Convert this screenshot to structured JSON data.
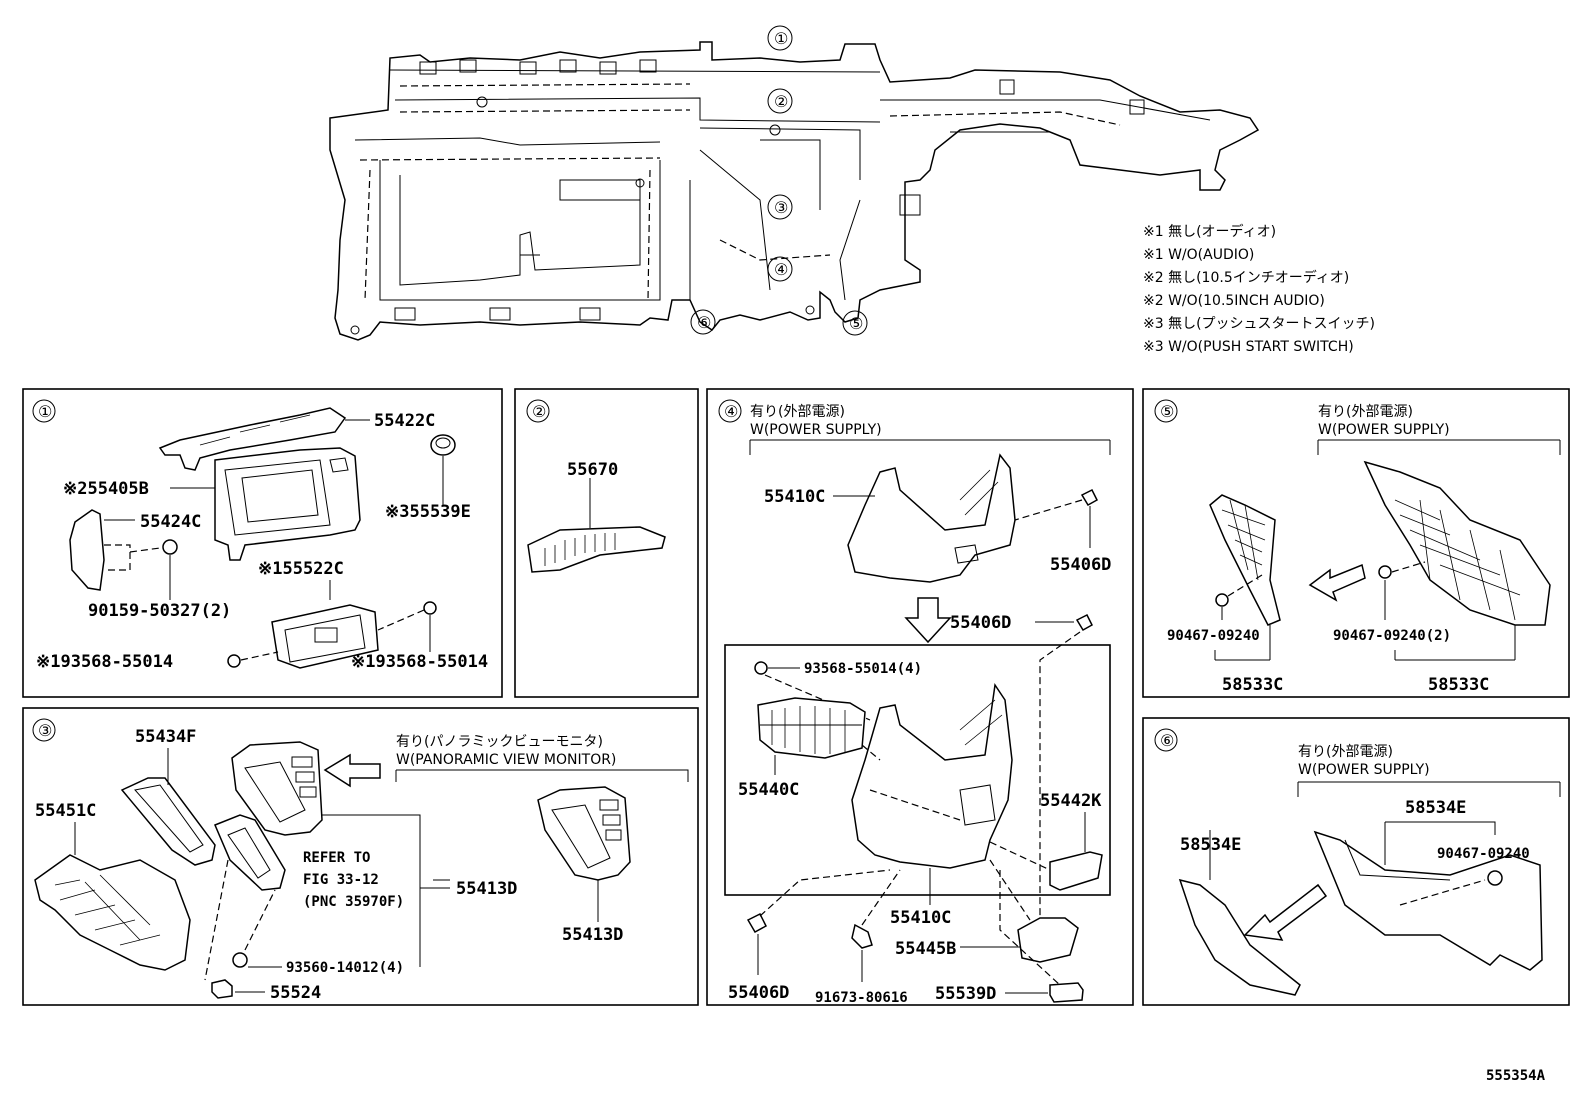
{
  "overview": {
    "callouts": [
      "①",
      "②",
      "③",
      "④",
      "⑤",
      "⑥"
    ]
  },
  "notes": [
    "※1 無し(オーディオ)",
    "※1 W/O(AUDIO)",
    "※2 無し(10.5インチオーディオ)",
    "※2 W/O(10.5INCH AUDIO)",
    "※3 無し(プッシュスタートスイッチ)",
    "※3 W/O(PUSH START SWITCH)"
  ],
  "panel1": {
    "num": "①",
    "parts": {
      "p55422c": "55422C",
      "p55405b": "※255405B",
      "p55539e": "※355539E",
      "p55424c": "55424C",
      "p55522c": "※155522C",
      "p90159": "90159-50327(2)",
      "p93568l": "※193568-55014",
      "p93568r": "※193568-55014"
    }
  },
  "panel2": {
    "num": "②",
    "parts": {
      "p55670": "55670"
    }
  },
  "panel3": {
    "num": "③",
    "cond_jp": "有り(パノラミックビューモニタ)",
    "cond_en": "W(PANORAMIC VIEW MONITOR)",
    "refer": [
      "REFER TO",
      "FIG 33-12",
      "(PNC 35970F)"
    ],
    "parts": {
      "p55434f": "55434F",
      "p55451c": "55451C",
      "p55413d": "55413D",
      "p55413d2": "55413D",
      "p93560": "93560-14012(4)",
      "p55524": "55524"
    }
  },
  "panel4": {
    "num": "④",
    "cond_jp": "有り(外部電源)",
    "cond_en": "W(POWER SUPPLY)",
    "parts": {
      "p55410c": "55410C",
      "p55406d_a": "55406D",
      "p55406d_b": "55406D",
      "p93568": "93568-55014(4)",
      "p55440c": "55440C",
      "p55442k": "55442K",
      "p55410c2": "55410C",
      "p55445b": "55445B",
      "p55406d_c": "55406D",
      "p91673": "91673-80616",
      "p55539d": "55539D"
    }
  },
  "panel5": {
    "num": "⑤",
    "cond_jp": "有り(外部電源)",
    "cond_en": "W(POWER SUPPLY)",
    "parts": {
      "p90467a": "90467-09240",
      "p90467b": "90467-09240(2)",
      "p58533c_a": "58533C",
      "p58533c_b": "58533C"
    }
  },
  "panel6": {
    "num": "⑥",
    "cond_jp": "有り(外部電源)",
    "cond_en": "W(POWER SUPPLY)",
    "parts": {
      "p58534e_a": "58534E",
      "p58534e_b": "58534E",
      "p90467": "90467-09240"
    }
  },
  "drawing_code": "555354A"
}
